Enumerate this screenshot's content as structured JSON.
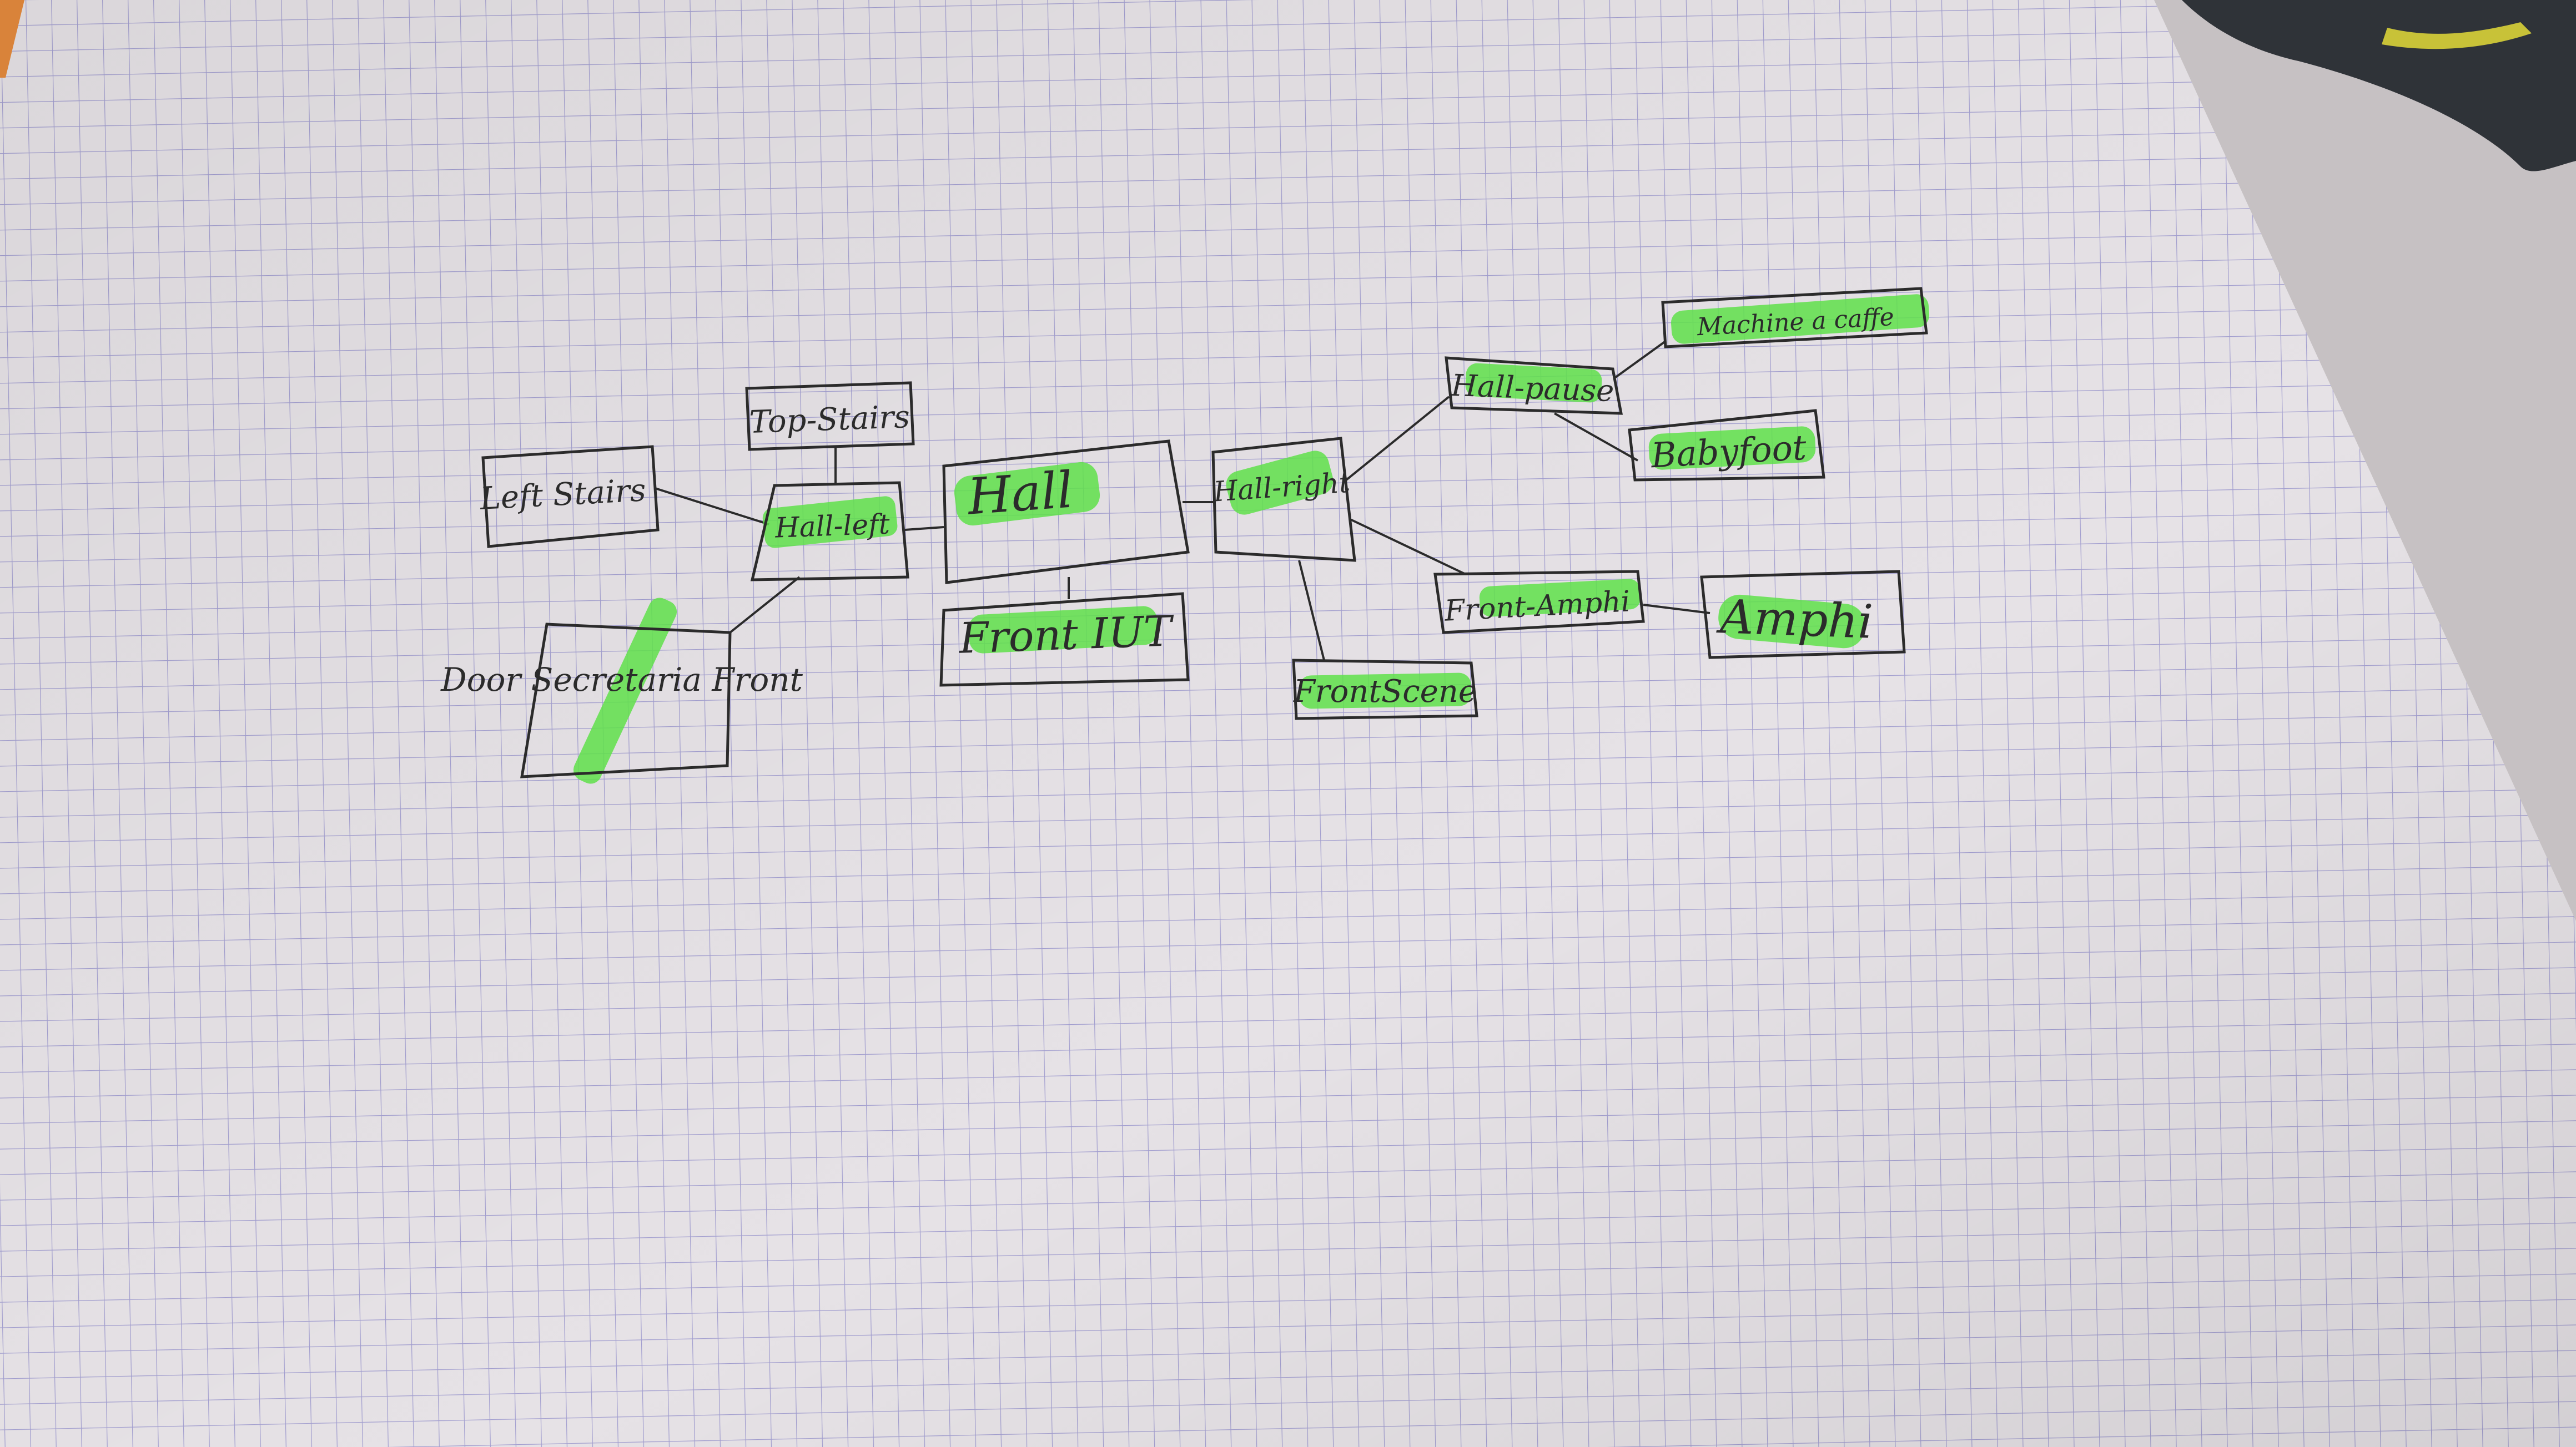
{
  "colors": {
    "paper": "#e6e2e6",
    "grid_line": "#8a87c6",
    "ink": "#2b2b2b",
    "highlighter": "#5fe04a",
    "desk": "#c6c1c3",
    "object_dark": "#2f3338",
    "object_accent": "#c8c238"
  },
  "nodes": [
    {
      "id": "left_stairs",
      "label": "Left Stairs",
      "highlighted": false
    },
    {
      "id": "top_stairs",
      "label": "Top-Stairs",
      "highlighted": false
    },
    {
      "id": "hall_left",
      "label": "Hall-left",
      "highlighted": true
    },
    {
      "id": "door_secretaria",
      "label": "Door Secretaria Front",
      "highlighted": true
    },
    {
      "id": "hall",
      "label": "Hall",
      "highlighted": true
    },
    {
      "id": "front_iut",
      "label": "Front IUT",
      "highlighted": true
    },
    {
      "id": "hall_right",
      "label": "Hall-right",
      "highlighted": true
    },
    {
      "id": "front_scene",
      "label": "FrontScene",
      "highlighted": true
    },
    {
      "id": "hall_pause",
      "label": "Hall-pause",
      "highlighted": true
    },
    {
      "id": "machine_a_cafe",
      "label": "Machine a caffe",
      "highlighted": true
    },
    {
      "id": "babyfoot",
      "label": "Babyfoot",
      "highlighted": true
    },
    {
      "id": "front_amphi",
      "label": "Front-Amphi",
      "highlighted": true
    },
    {
      "id": "amphi",
      "label": "Amphi",
      "highlighted": true
    }
  ],
  "edges": [
    {
      "from": "left_stairs",
      "to": "hall_left"
    },
    {
      "from": "top_stairs",
      "to": "hall_left"
    },
    {
      "from": "door_secretaria",
      "to": "hall_left"
    },
    {
      "from": "hall_left",
      "to": "hall"
    },
    {
      "from": "hall",
      "to": "front_iut"
    },
    {
      "from": "hall",
      "to": "hall_right"
    },
    {
      "from": "hall_right",
      "to": "front_scene"
    },
    {
      "from": "hall_right",
      "to": "hall_pause"
    },
    {
      "from": "hall_right",
      "to": "front_amphi"
    },
    {
      "from": "hall_pause",
      "to": "machine_a_cafe"
    },
    {
      "from": "hall_pause",
      "to": "babyfoot"
    },
    {
      "from": "front_amphi",
      "to": "amphi"
    }
  ]
}
